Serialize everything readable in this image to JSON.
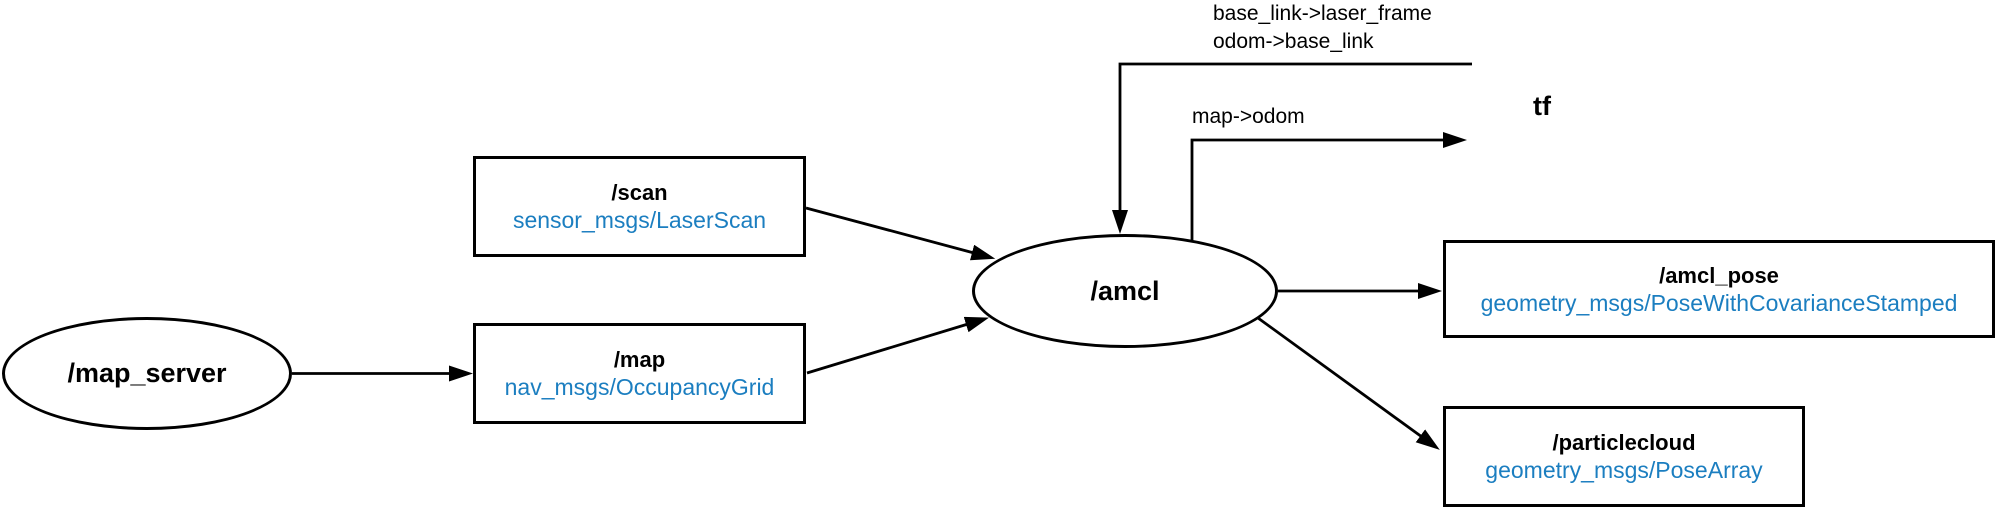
{
  "diagram": {
    "kind": "ros-node-graph",
    "colors": {
      "background": "#ffffff",
      "stroke": "#000000",
      "node_text": "#000000",
      "topic_type": "#1b7ec0"
    },
    "nodes": {
      "map_server": {
        "label": "/map_server"
      },
      "scan": {
        "label": "/scan",
        "msg_type": "sensor_msgs/LaserScan"
      },
      "map": {
        "label": "/map",
        "msg_type": "nav_msgs/OccupancyGrid"
      },
      "amcl": {
        "label": "/amcl"
      },
      "tf": {
        "label": "tf"
      },
      "amcl_pose": {
        "label": "/amcl_pose",
        "msg_type": "geometry_msgs/PoseWithCovarianceStamped"
      },
      "particlecloud": {
        "label": "/particlecloud",
        "msg_type": "geometry_msgs/PoseArray"
      }
    },
    "edge_labels": {
      "tf_to_amcl_line1": "base_link->laser_frame",
      "tf_to_amcl_line2": "odom->base_link",
      "amcl_to_tf": "map->odom"
    }
  }
}
